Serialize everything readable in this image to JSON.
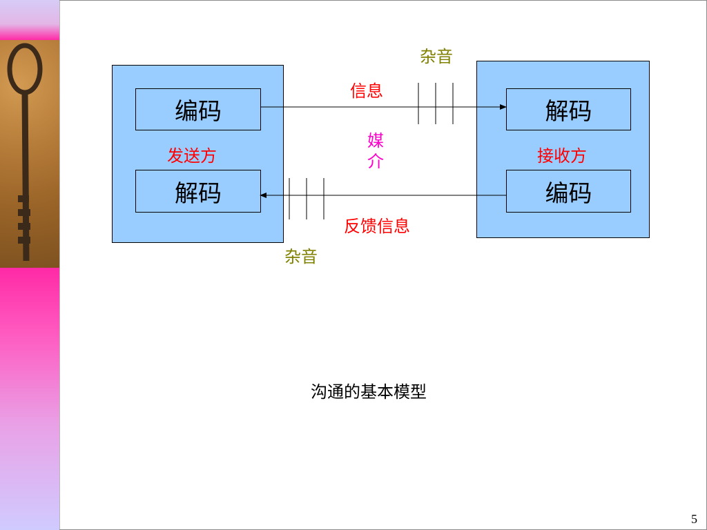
{
  "diagram": {
    "sender": {
      "label": "发送方",
      "top_box": "编码",
      "bottom_box": "解码"
    },
    "receiver": {
      "label": "接收方",
      "top_box": "解码",
      "bottom_box": "编码"
    },
    "message_label": "信息",
    "feedback_label": "反馈信息",
    "medium_label": "媒介",
    "noise_top": "杂音",
    "noise_bottom": "杂音"
  },
  "caption": "沟通的基本模型",
  "page_number": "5",
  "colors": {
    "box_fill": "#99ccff",
    "label_red": "#ff0000",
    "noise_olive": "#808000",
    "medium_magenta": "#ff00cc"
  }
}
